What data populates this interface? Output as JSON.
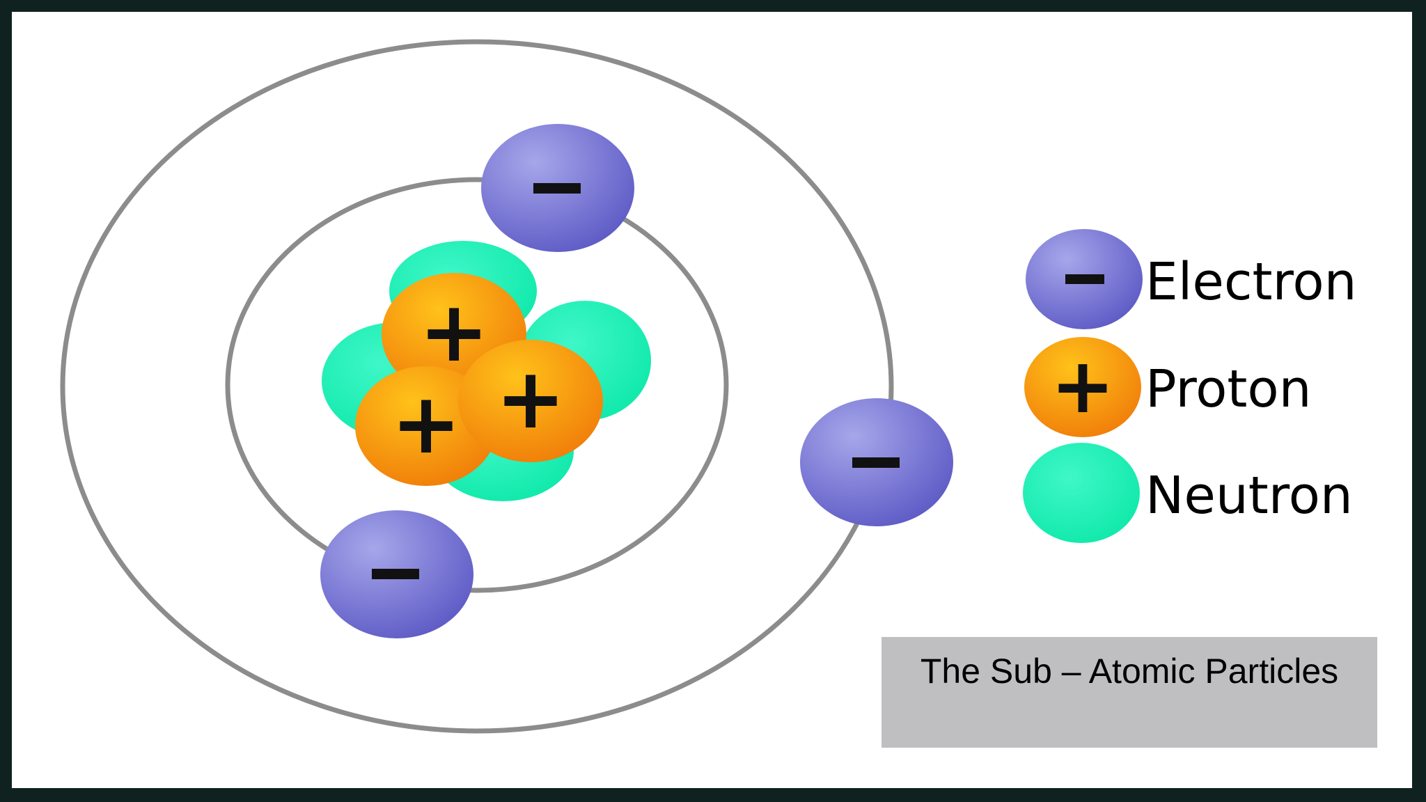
{
  "diagram": {
    "symbols": {
      "electron": "−",
      "proton": "+"
    },
    "legend": [
      {
        "key": "electron",
        "label": "Electron",
        "color": "#7a78d2"
      },
      {
        "key": "proton",
        "label": "Proton",
        "color": "#f28c0a"
      },
      {
        "key": "neutron",
        "label": "Neutron",
        "color": "#12efb3"
      }
    ],
    "caption": "The Sub – Atomic Particles",
    "colors": {
      "background": "#ffffff",
      "frame": "#0f2220",
      "orbit": "#8c8c8c",
      "caption_box": "#bfbec1"
    }
  }
}
